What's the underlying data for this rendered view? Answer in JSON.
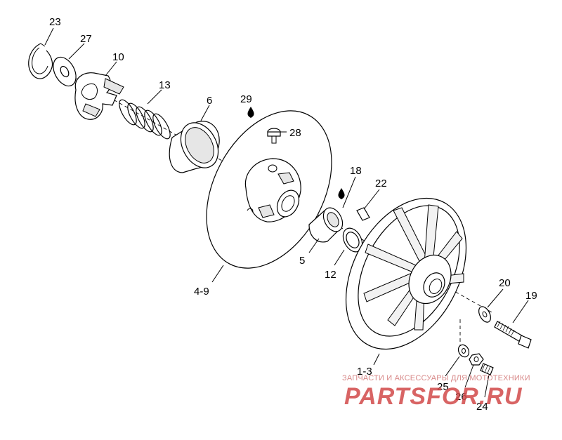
{
  "diagram": {
    "callouts": {
      "c23": "23",
      "c27": "27",
      "c10": "10",
      "c13": "13",
      "c6": "6",
      "c29": "29",
      "c28": "28",
      "c18": "18",
      "c22": "22",
      "c5": "5",
      "c12": "12",
      "c4_9": "4-9",
      "c20": "20",
      "c19": "19",
      "c1_3": "1-3",
      "c25": "25",
      "c26": "26",
      "c24": "24"
    },
    "icons": [
      "retaining-ring-icon",
      "washer-icon",
      "cam-icon",
      "spring-icon",
      "bushing-ring-icon",
      "oil-drop-icon",
      "screw-icon",
      "sheave-icon",
      "key-icon",
      "bolt-icon",
      "nut-icon",
      "setscrew-icon"
    ]
  },
  "watermark": {
    "tagline": "ЗАПЧАСТИ И АКСЕССУАРЫ ДЛЯ МОТОТЕХНИКИ",
    "brand": "PARTSFOR.RU"
  },
  "colors": {
    "line": "#000000",
    "watermark": "#d24a4a"
  }
}
